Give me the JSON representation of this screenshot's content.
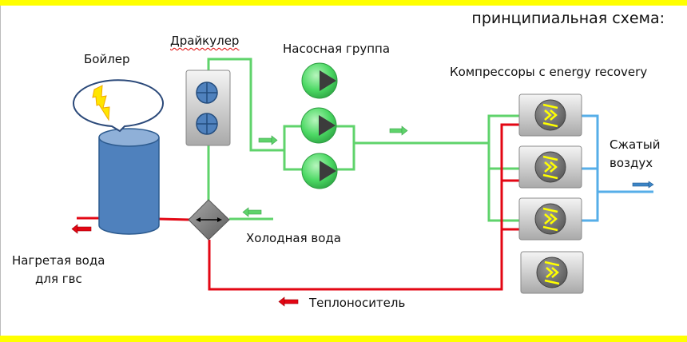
{
  "title": "принципиальная схема:",
  "labels": {
    "boiler": "Бойлер",
    "drycooler": "Драйкулер",
    "pump_group": "Насосная группа",
    "compressors": "Компрессоры с energy recovery",
    "compressed_air_line1": "Сжатый",
    "compressed_air_line2": "воздух",
    "cold_water": "Холодная вода",
    "heated_water_line1": "Нагретая вода",
    "heated_water_line2": "для гвс",
    "heat_carrier": "Теплоноситель"
  },
  "colors": {
    "frame": "#ffff00",
    "cooling_loop": "#5fd36b",
    "hot_loop": "#e30613",
    "compressed_air": "#56aee8",
    "boiler": "#4f81bd",
    "pump": "#4cd964",
    "compressor_body": "#c8c8c8",
    "compressor_symbol": "#ffff00"
  },
  "components": {
    "pumps": 3,
    "compressors": 4,
    "compressors_connected": 3
  }
}
